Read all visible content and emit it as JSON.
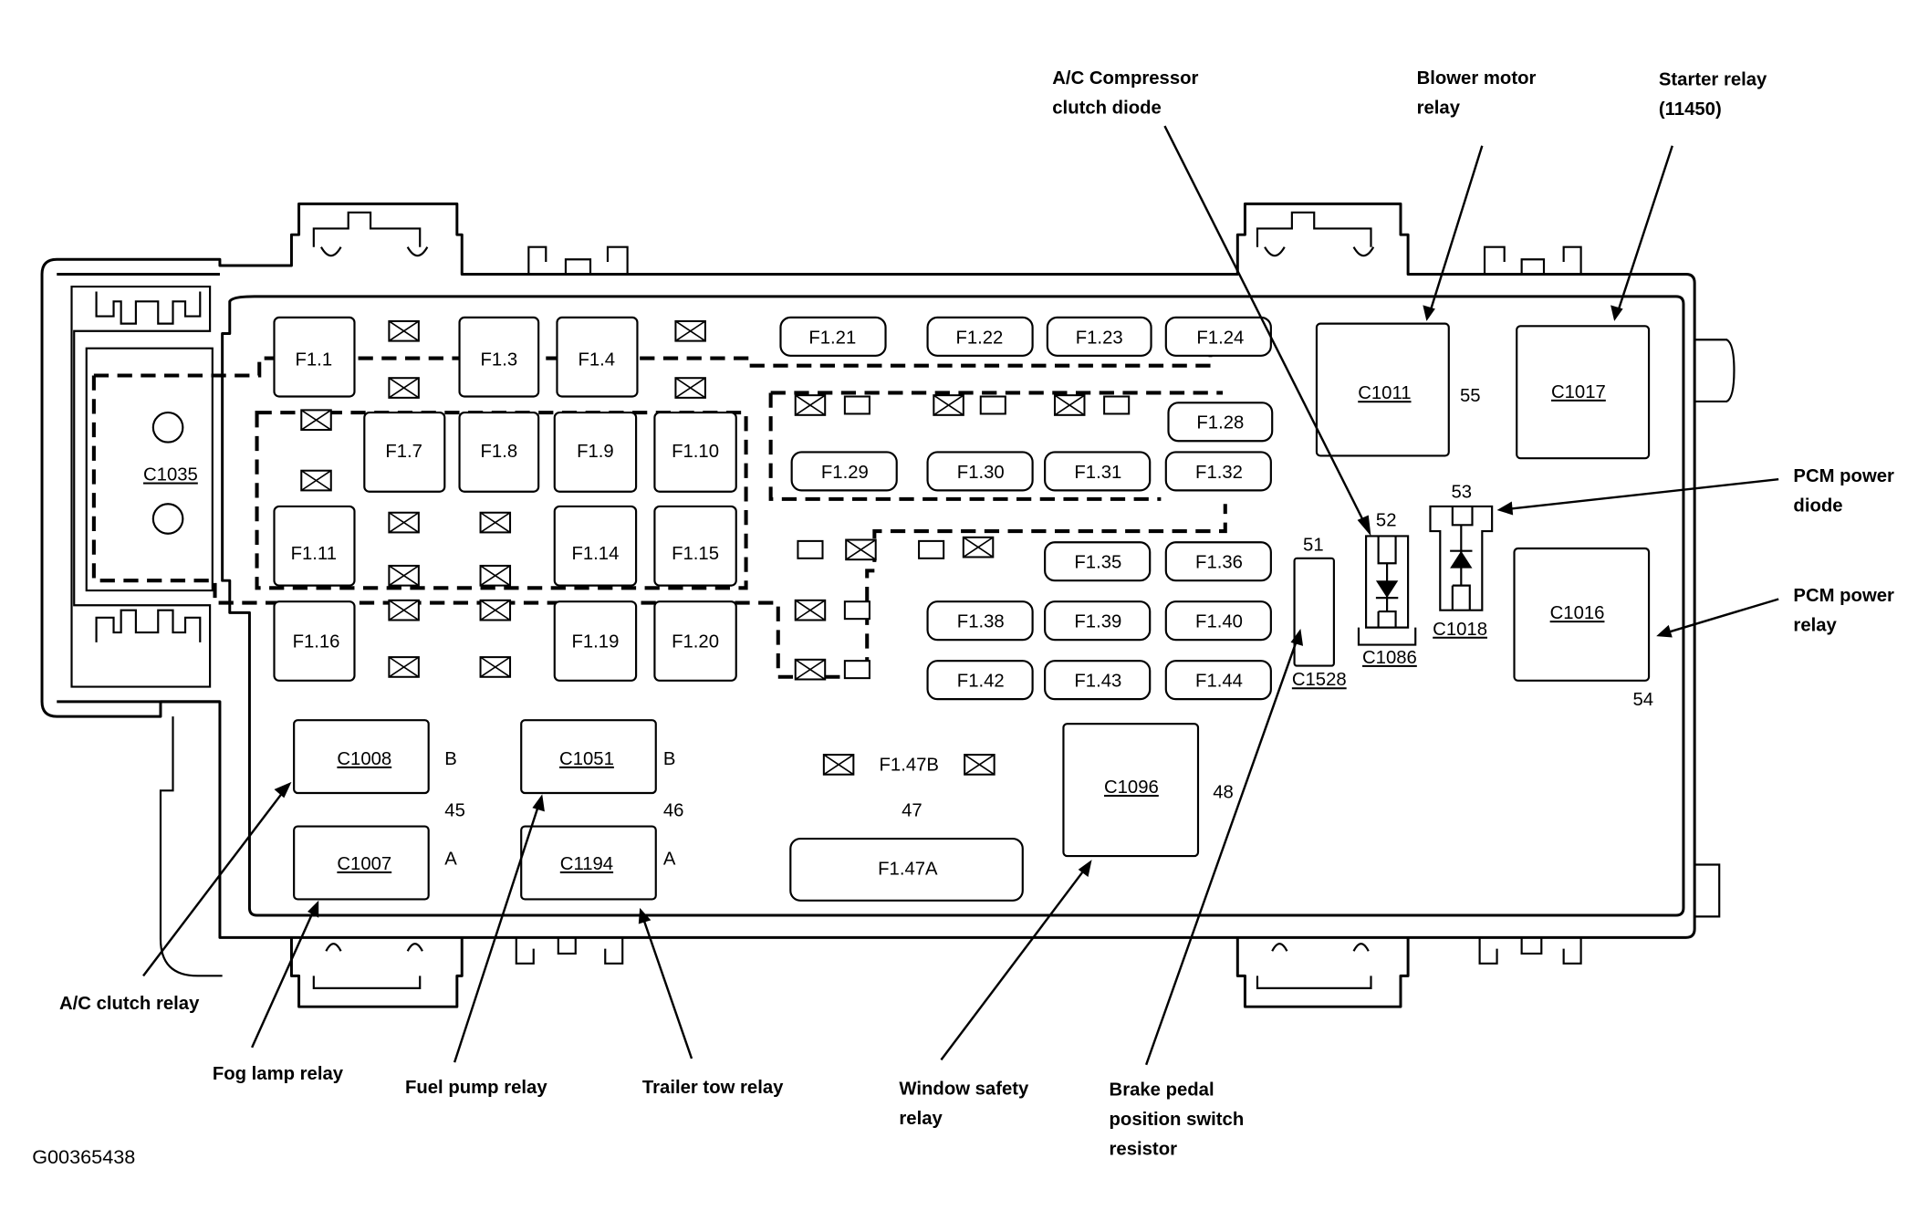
{
  "figure_id": "G00365438",
  "connectors": {
    "main": "C1035"
  },
  "fuses": {
    "f1_1": "F1.1",
    "f1_3": "F1.3",
    "f1_4": "F1.4",
    "f1_7": "F1.7",
    "f1_8": "F1.8",
    "f1_9": "F1.9",
    "f1_10": "F1.10",
    "f1_11": "F1.11",
    "f1_14": "F1.14",
    "f1_15": "F1.15",
    "f1_16": "F1.16",
    "f1_19": "F1.19",
    "f1_20": "F1.20",
    "f1_21": "F1.21",
    "f1_22": "F1.22",
    "f1_23": "F1.23",
    "f1_24": "F1.24",
    "f1_28": "F1.28",
    "f1_29": "F1.29",
    "f1_30": "F1.30",
    "f1_31": "F1.31",
    "f1_32": "F1.32",
    "f1_35": "F1.35",
    "f1_36": "F1.36",
    "f1_38": "F1.38",
    "f1_39": "F1.39",
    "f1_40": "F1.40",
    "f1_42": "F1.42",
    "f1_43": "F1.43",
    "f1_44": "F1.44",
    "f1_47a": "F1.47A",
    "f1_47b": "F1.47B"
  },
  "relays": {
    "c1008": {
      "id": "C1008",
      "pos": "B"
    },
    "c1007": {
      "id": "C1007",
      "pos": "A"
    },
    "c1051": {
      "id": "C1051",
      "pos": "B"
    },
    "c1194": {
      "id": "C1194",
      "pos": "A"
    },
    "c1096": {
      "id": "C1096"
    },
    "c1011": {
      "id": "C1011"
    },
    "c1017": {
      "id": "C1017"
    },
    "c1016": {
      "id": "C1016"
    }
  },
  "diodes": {
    "c1086": "C1086",
    "c1018": "C1018"
  },
  "resistor": {
    "c1528": "C1528"
  },
  "positions": {
    "p45": "45",
    "p46": "46",
    "p47": "47",
    "p48": "48",
    "p51": "51",
    "p52": "52",
    "p53": "53",
    "p54": "54",
    "p55": "55"
  },
  "callouts": {
    "ac_compressor_diode": [
      "A/C Compressor",
      "clutch diode"
    ],
    "blower_motor_relay": [
      "Blower motor",
      "relay"
    ],
    "starter_relay": [
      "Starter relay",
      "(11450)"
    ],
    "pcm_power_diode": [
      "PCM power",
      "diode"
    ],
    "pcm_power_relay": [
      "PCM power",
      "relay"
    ],
    "ac_clutch_relay": [
      "A/C clutch relay"
    ],
    "fog_lamp_relay": [
      "Fog lamp relay"
    ],
    "fuel_pump_relay": [
      "Fuel pump relay"
    ],
    "trailer_tow_relay": [
      "Trailer tow relay"
    ],
    "window_safety_relay": [
      "Window safety",
      "relay"
    ],
    "brake_pedal_resistor": [
      "Brake pedal",
      "position switch",
      "resistor"
    ]
  }
}
